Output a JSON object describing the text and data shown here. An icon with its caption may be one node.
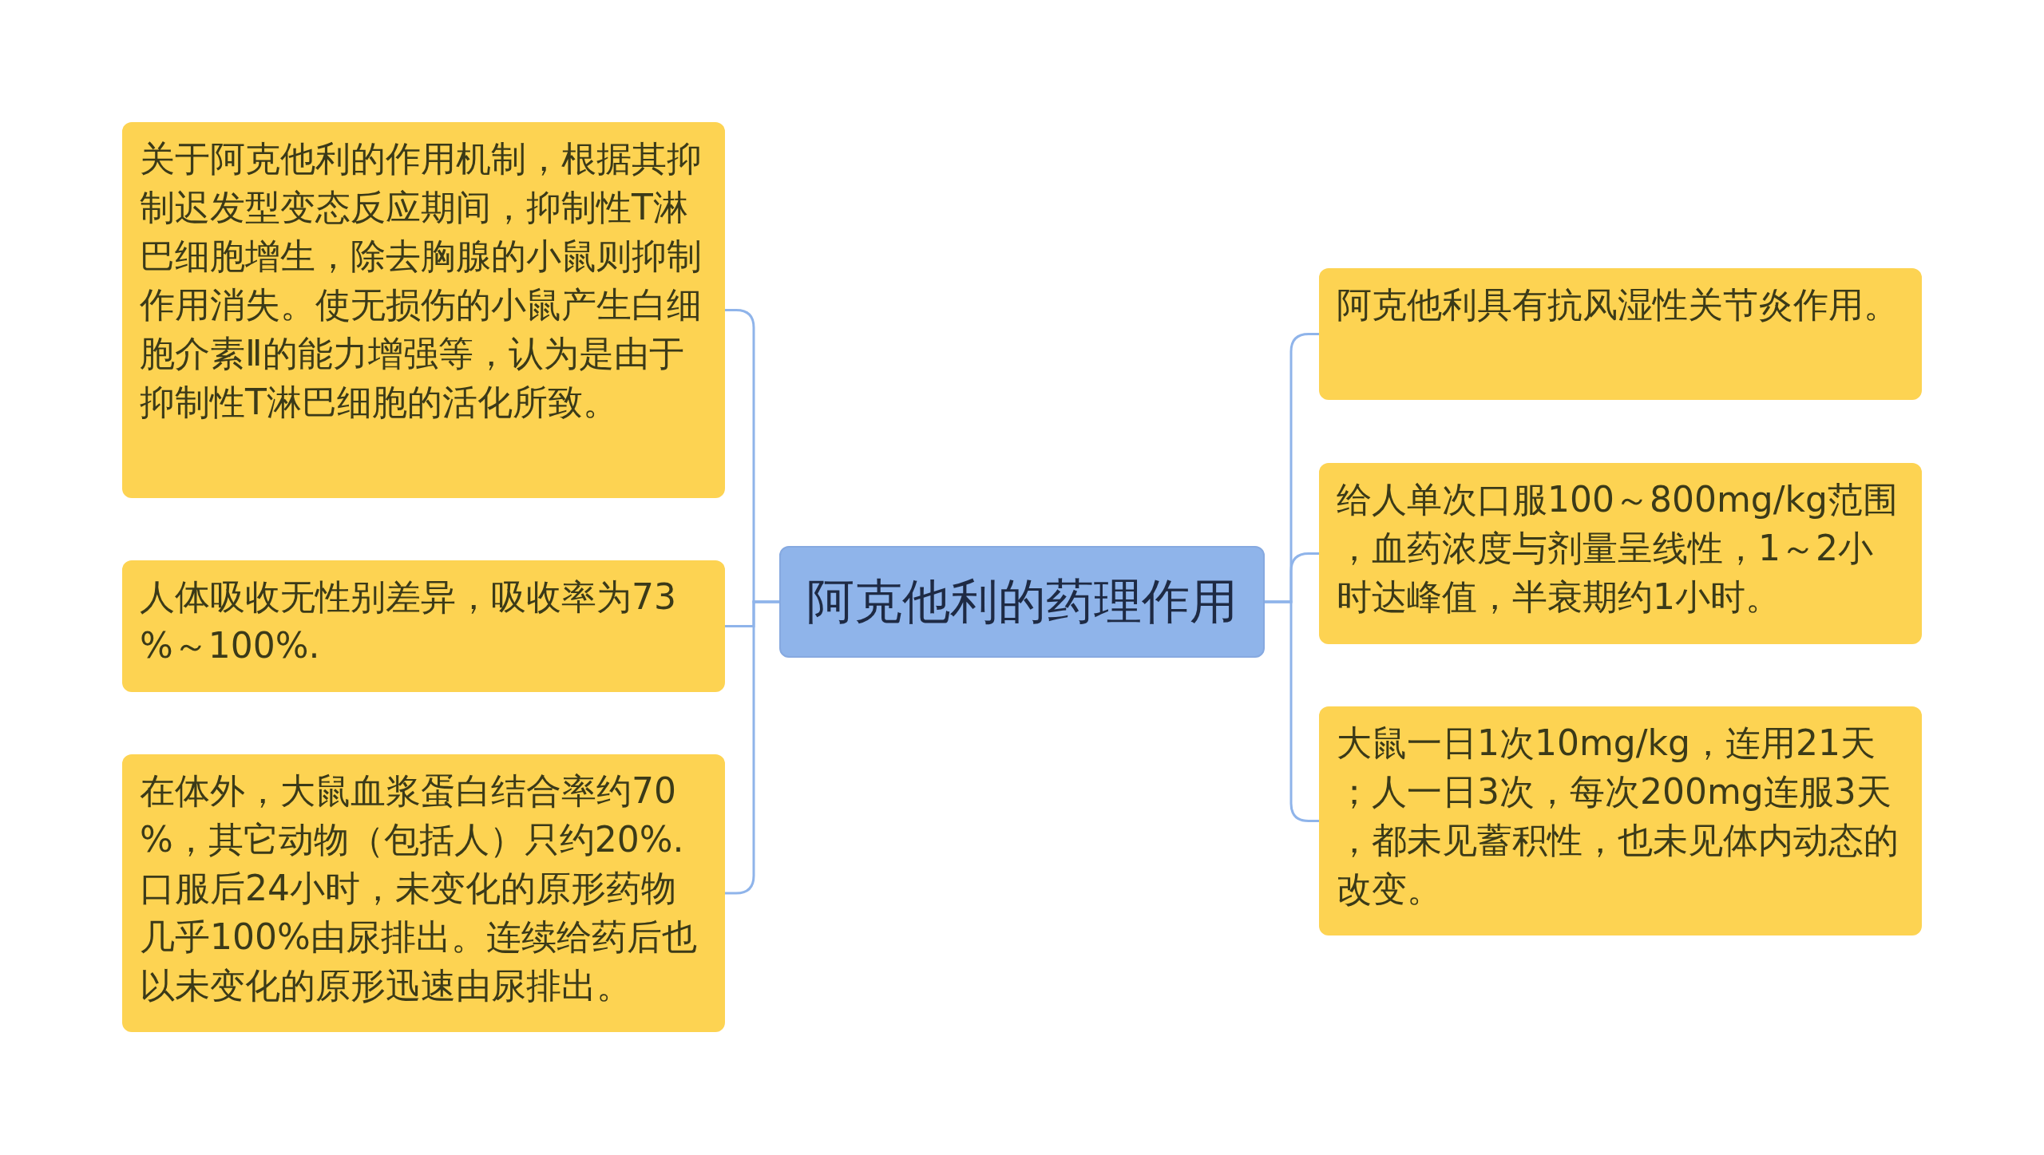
{
  "diagram": {
    "nodes": [
      {
        "text": [
          "阿克他利的药理作用"
        ]
      },
      {
        "text": [
          "关于阿克他利的作用机制，根据其抑制迟发型变态反应期间，抑制性T淋巴细胞增生，除去胸腺的小鼠则抑制作用消失。使无损伤的小鼠产生白细胞介素Ⅱ的能力增强等，认为是由于抑制性T淋巴细胞的活化所致。"
        ]
      },
      {
        "text": [
          "人体吸收无性别差异，吸收率为73%～100%."
        ]
      },
      {
        "text": [
          "在体外，大鼠血浆蛋白结合率约70%，其它动物（包括人）只约20%.口服后24小时，未变化的原形药物几乎100%由尿排出。连续给药后也以未变化的原形迅速由尿排出。"
        ]
      },
      {
        "text": [
          "阿克他利具有抗风湿性关节炎作用。"
        ]
      },
      {
        "text": [
          "给人单次口服100～800mg/kg范围，血药浓度与剂量呈线性，1～2小时达峰值，半衰期约1小时。"
        ]
      },
      {
        "text": [
          "大鼠一日1次10mg/kg，连用21天；人一日3次，每次200mg连服3天，都未见蓄积性，也未见体内动态的改变。"
        ]
      }
    ],
    "edges": [
      {
        "from": 0,
        "to": 1,
        "arrow": "none"
      },
      {
        "from": 0,
        "to": 2,
        "arrow": "none"
      },
      {
        "from": 0,
        "to": 3,
        "arrow": "none"
      },
      {
        "from": 0,
        "to": 4,
        "arrow": "none"
      },
      {
        "from": 0,
        "to": 5,
        "arrow": "none"
      },
      {
        "from": 0,
        "to": 6,
        "arrow": "none"
      }
    ]
  }
}
